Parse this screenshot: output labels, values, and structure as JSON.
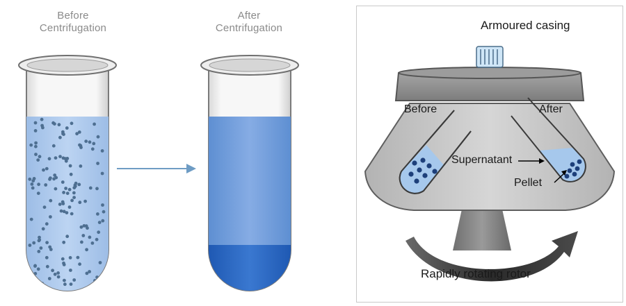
{
  "left_panel": {
    "before_caption": [
      "Before",
      "Centrifugation"
    ],
    "after_caption": [
      "After",
      "Centrifugation"
    ]
  },
  "right_panel": {
    "armoured_casing": "Armoured casing",
    "before": "Before",
    "after": "After",
    "supernatant": "Supernatant",
    "pellet": "Pellet",
    "rotor": "Rapidly rotating rotor"
  },
  "colors": {
    "liquid_light": "#a9c8ee",
    "liquid_medium": "#6f9fdd",
    "pellet_layer": "#2f6cc4",
    "particle": "#4e6f91",
    "rotor_body": "#c7c7c7",
    "lid": "#8f8f8f",
    "arrow": "#6e9cc4"
  }
}
